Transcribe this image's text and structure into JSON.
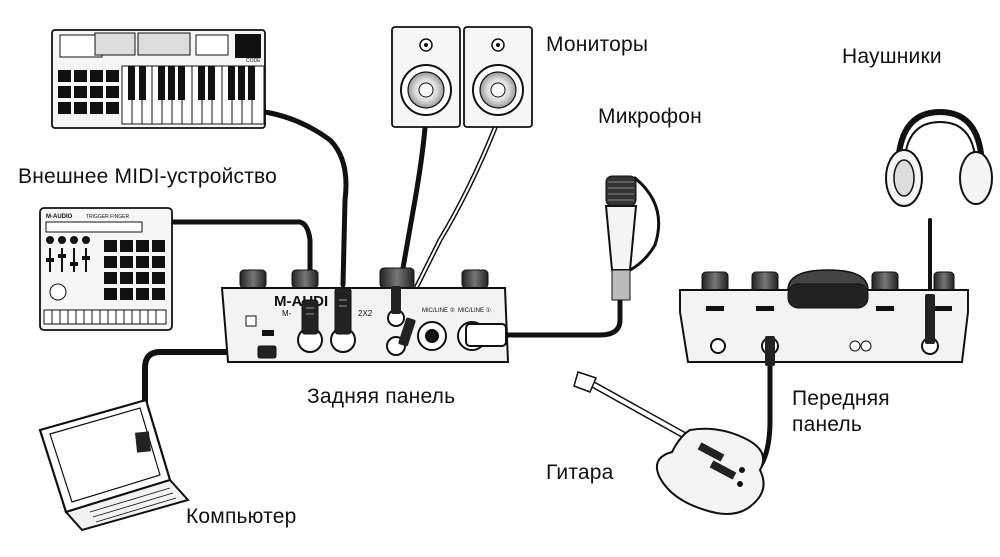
{
  "labels": {
    "monitors": "Мониторы",
    "headphones": "Наушники",
    "microphone": "Микрофон",
    "external_midi": "Внешнее MIDI-устройство",
    "rear_panel": "Задняя панель",
    "front_panel_line1": "Передняя",
    "front_panel_line2": "панель",
    "guitar": "Гитара",
    "computer": "Компьютер"
  },
  "device_text": {
    "brand_rear": "M-AUDI",
    "model_rear": "M-",
    "model_rear_suffix": "2X2",
    "mic_line_1": "MIC/LINE ①",
    "mic_line_2": "MIC/LINE ②",
    "pad_brand": "M-AUDIO",
    "pad_model": "TRIGGER FINGER",
    "keyboard_badge": "CODE"
  },
  "colors": {
    "line": "#111111",
    "device_fill": "#f4f4f4",
    "dark": "#1a1a1a",
    "mid": "#9a9a9a"
  }
}
